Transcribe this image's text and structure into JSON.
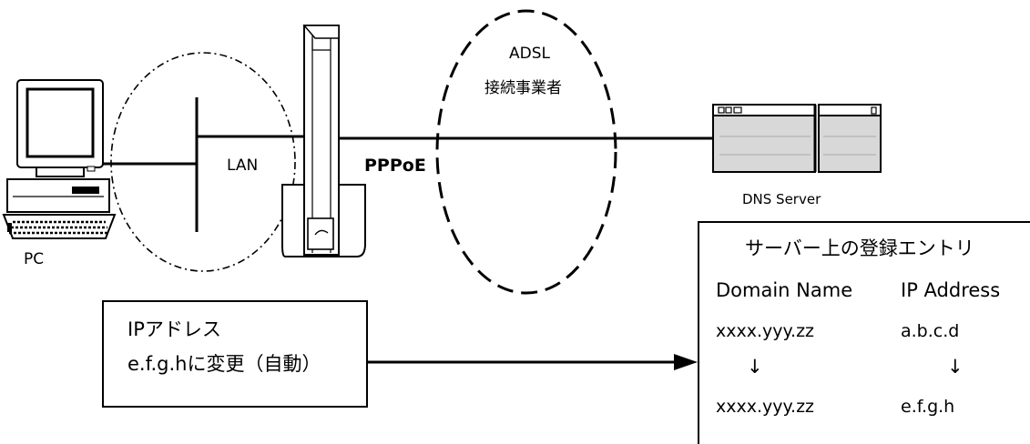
{
  "labels": {
    "adsl": "ADSL",
    "provider": "接続事業者",
    "lan": "LAN",
    "pppoe": "PPPoE",
    "pc": "PC",
    "dns_server": "DNS Server"
  },
  "ip_box": {
    "line1": "IPアドレス",
    "line2": "e.f.g.hに変更（自動）"
  },
  "server_entries": {
    "title": "サーバー上の登録エントリ",
    "col_domain": "Domain Name",
    "col_ip": "IP Address",
    "rows": [
      {
        "domain": "xxxx.yyy.zz",
        "ip": "a.b.c.d"
      },
      {
        "domain": "↓",
        "ip": "↓"
      },
      {
        "domain": "xxxx.yyy.zz",
        "ip": "e.f.g.h"
      }
    ]
  }
}
